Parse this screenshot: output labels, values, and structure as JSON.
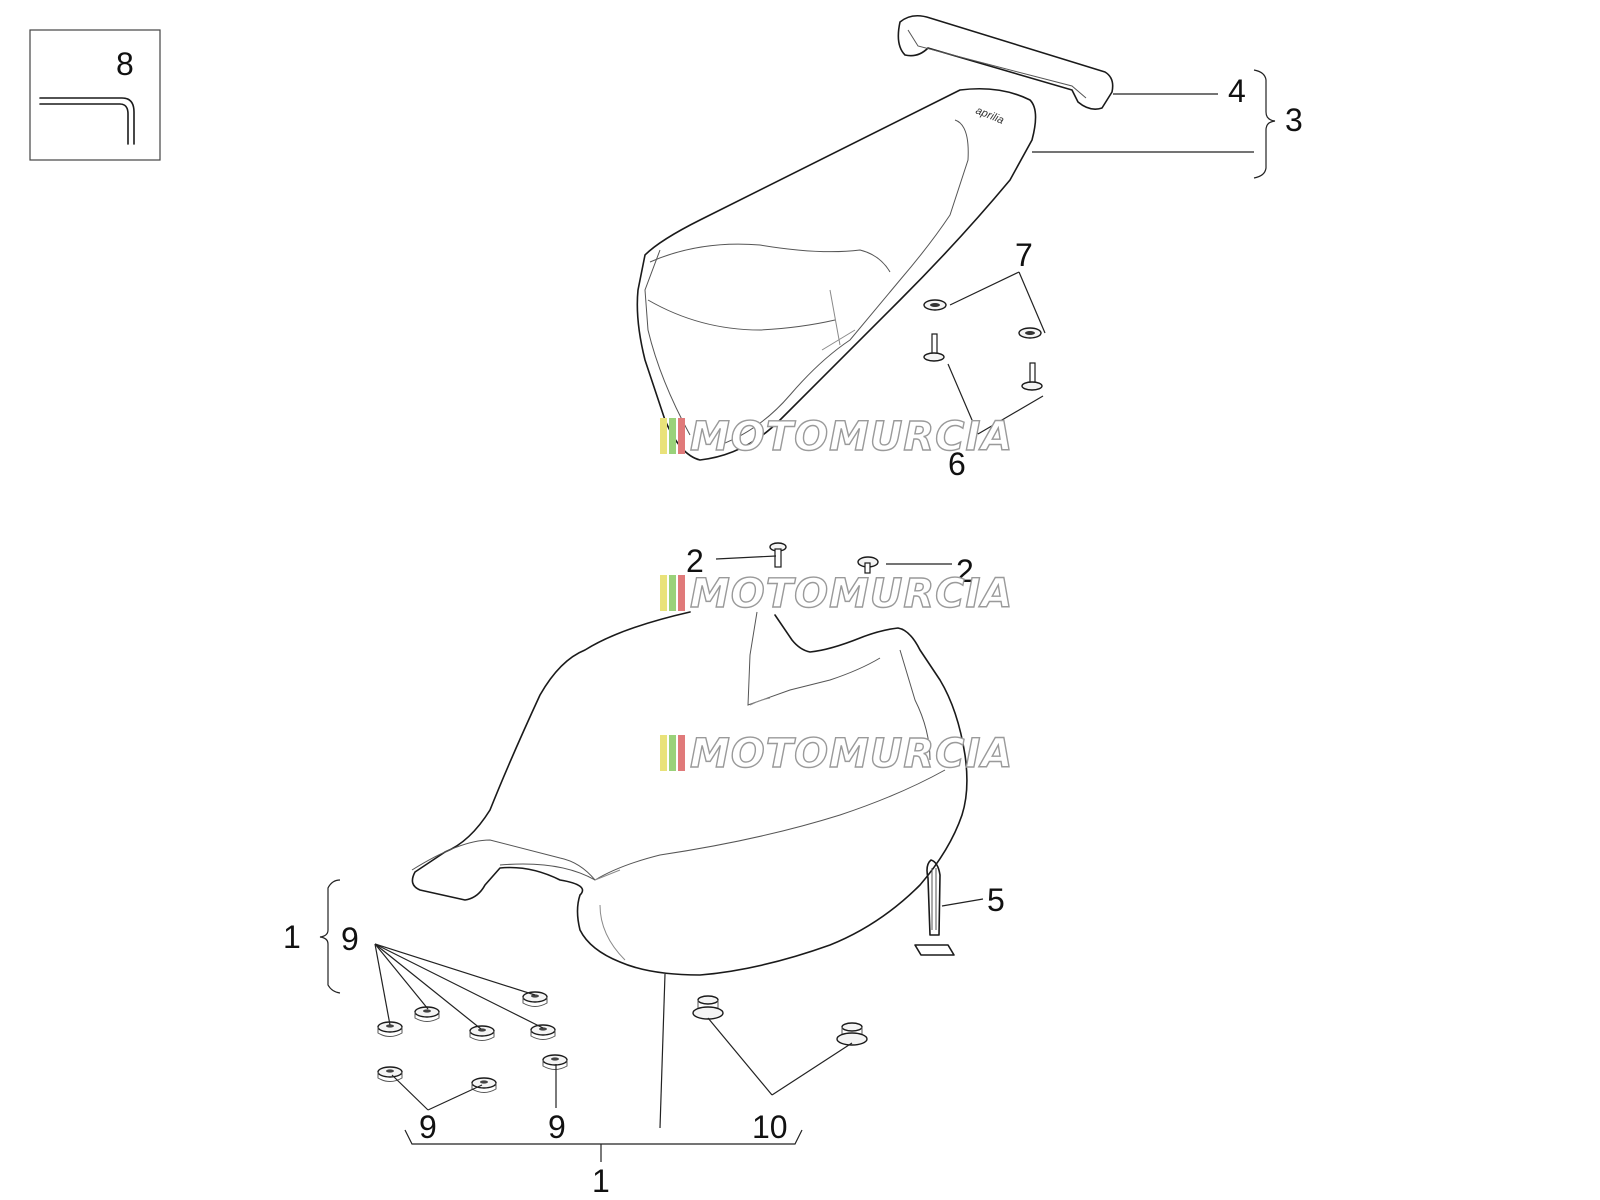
{
  "watermark": {
    "text": "MOTOMURCIA",
    "stripe_colors": [
      "#e9e27a",
      "#9ad27a",
      "#e07a7a"
    ]
  },
  "logo_on_seat": "aprilia",
  "callouts": {
    "c8": "8",
    "c4": "4",
    "c3": "3",
    "c7": "7",
    "c6": "6",
    "c2_left": "2",
    "c2_right": "2",
    "c5": "5",
    "c1_left": "1",
    "c9_top": "9",
    "c9_bottom_left": "9",
    "c9_bottom_right": "9",
    "c10": "10",
    "c1_bottom": "1"
  }
}
